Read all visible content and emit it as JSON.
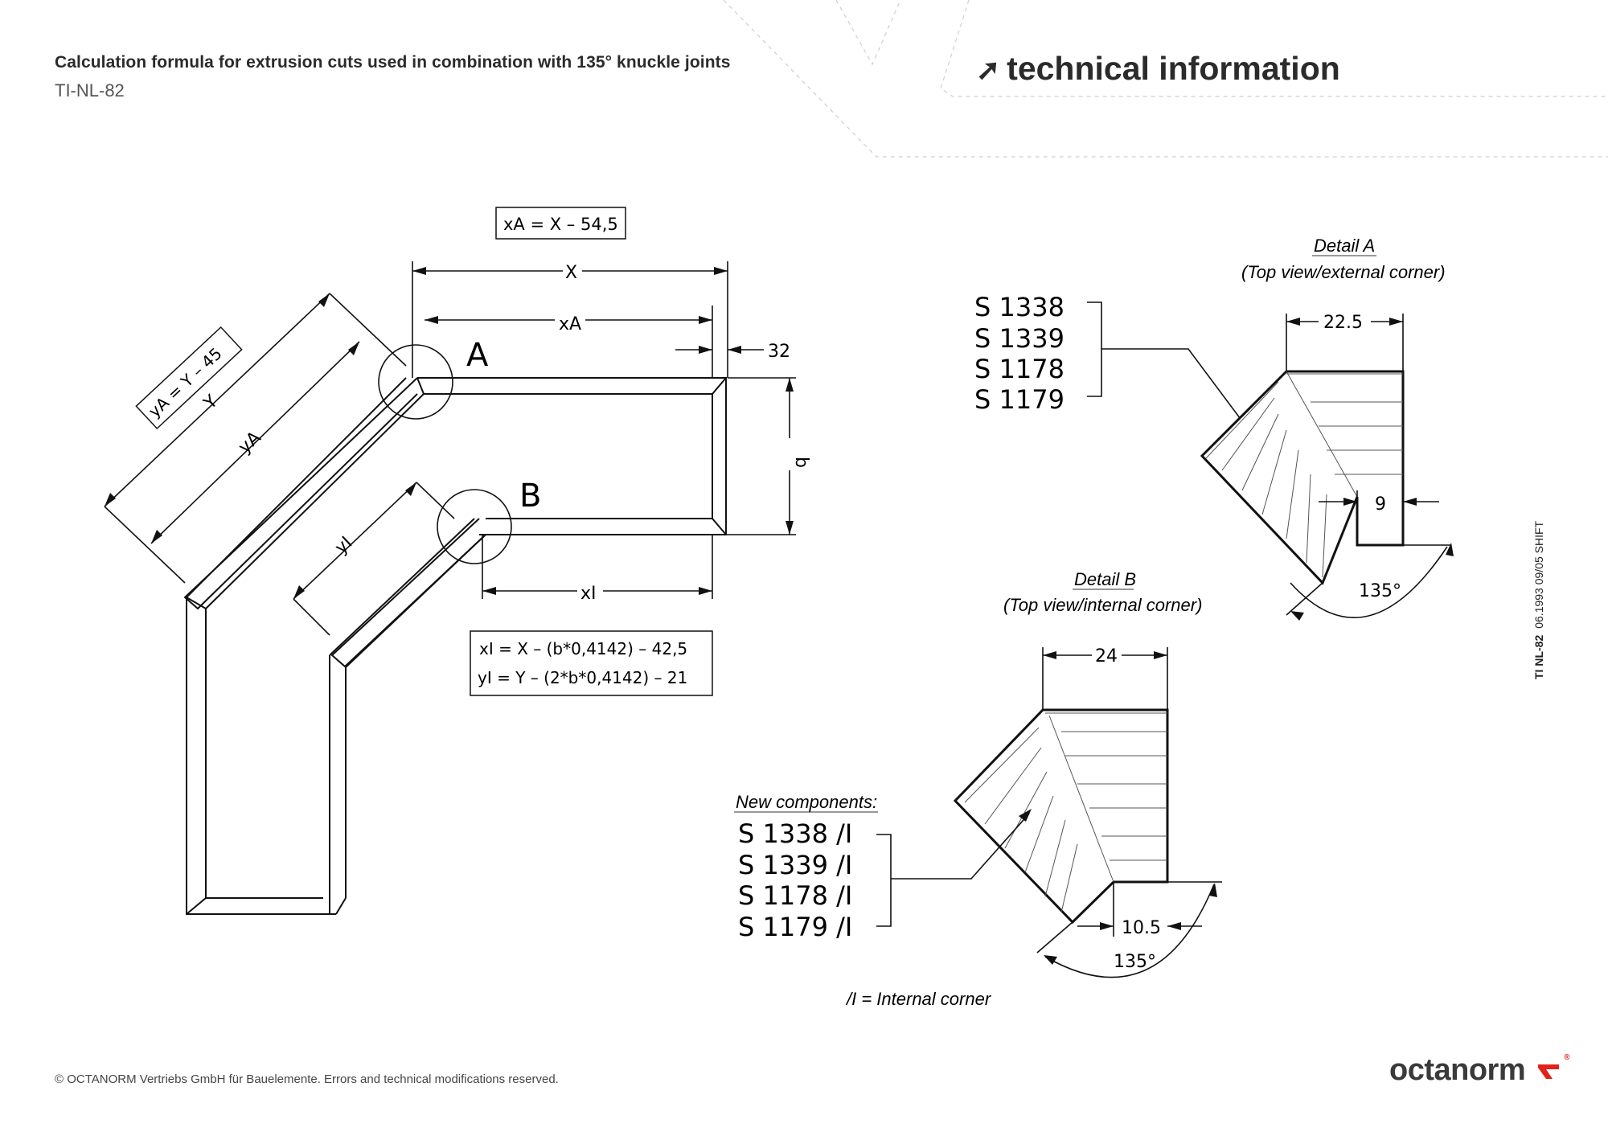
{
  "header": {
    "title": "Calculation formula for extrusion cuts used in combination with 135° knuckle joints",
    "code": "TI-NL-82",
    "brand_label": "technical information",
    "brand_arrow": "➚"
  },
  "side_code": {
    "bold": "TI NL-82",
    "rest": "06.1993 09/05 SHIFT"
  },
  "footer": {
    "copyright": "© OCTANORM Vertriebs GmbH für Bauelemente. Errors and technical modifications reserved."
  },
  "logo": {
    "text": "octanorm",
    "mark": "®"
  },
  "main_drawing": {
    "formula_xa": "xA = X – 54,5",
    "formula_ya": "yA = Y – 45",
    "formula_xi": "xI = X – (b*0,4142) – 42,5",
    "formula_yi": "yI = Y – (2*b*0,4142) – 21",
    "label_A": "A",
    "label_B": "B",
    "dim_X": "X",
    "dim_xA": "xA",
    "dim_32": "32",
    "dim_b": "b",
    "dim_xI": "xI",
    "dim_Y": "Y",
    "dim_yA": "yA",
    "dim_yI": "yI"
  },
  "detail_a": {
    "title": "Detail A",
    "subtitle": "(Top view/external corner)",
    "parts": [
      "S 1338",
      "S 1339",
      "S 1178",
      "S 1179"
    ],
    "dim_width": "22.5",
    "dim_small": "9",
    "angle": "135°"
  },
  "detail_b": {
    "title": "Detail B",
    "subtitle": "(Top view/internal corner)",
    "new_components_label": "New components:",
    "parts": [
      "S 1338 /I",
      "S 1339 /I",
      "S 1178 /I",
      "S 1179 /I"
    ],
    "dim_width": "24",
    "dim_small": "10.5",
    "angle": "135°",
    "legend": "/I = Internal corner"
  }
}
